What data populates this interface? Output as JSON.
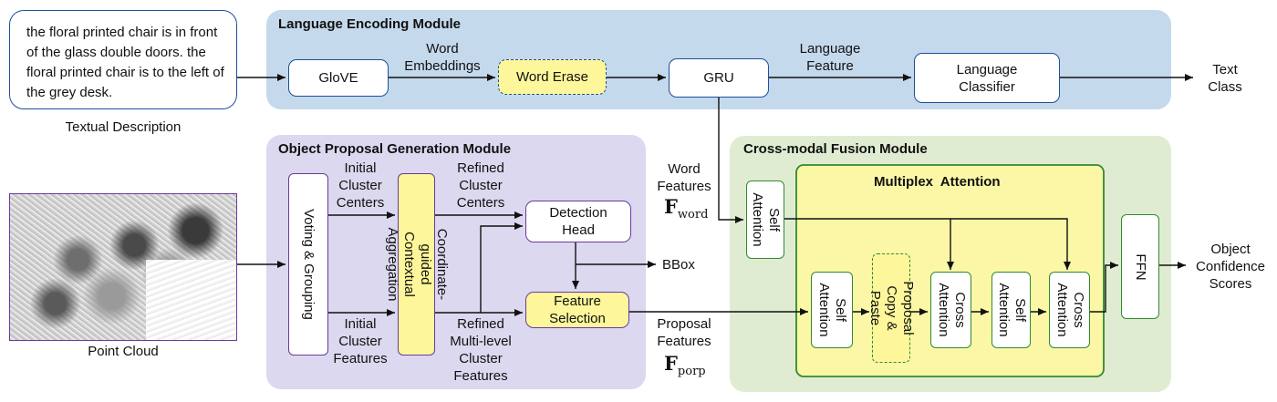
{
  "text_input": {
    "description": "the floral printed chair is in front of the glass double doors. the floral printed chair is to the left of the grey desk.",
    "caption": "Textual Description"
  },
  "point_cloud": {
    "caption": "Point Cloud"
  },
  "language_module": {
    "title": "Language Encoding Module",
    "glove": "GloVE",
    "word_embeddings": "Word\nEmbeddings",
    "word_erase": "Word Erase",
    "gru": "GRU",
    "language_feature": "Language\nFeature",
    "language_classifier": "Language\nClassifier",
    "text_class": "Text\nClass"
  },
  "proposal_module": {
    "title": "Object Proposal Generation Module",
    "voting": "Voting & Grouping",
    "initial_centers": "Initial\nCluster\nCenters",
    "initial_features": "Initial\nCluster\nFeatures",
    "aggregation": "Coordinate-guided\nContextual Aggregation",
    "refined_centers": "Refined\nCluster\nCenters",
    "refined_features": "Refined\nMulti-level\nCluster\nFeatures",
    "detection_head": "Detection\nHead",
    "bbox": "BBox",
    "feature_selection": "Feature\nSelection"
  },
  "word_features": {
    "label": "Word\nFeatures",
    "symbol": "F",
    "subscript": "word"
  },
  "proposal_features": {
    "label": "Proposal\nFeatures",
    "symbol": "F",
    "subscript": "porp"
  },
  "fusion_module": {
    "title": "Cross-modal Fusion Module",
    "multiplex_title": "Multiplex  Attention",
    "self_attention_top": "Self\nAttention",
    "self_attention_1": "Self\nAttention",
    "copy_paste": "Proposal\nCopy & Paste",
    "cross_attention_1": "Cross\nAttention",
    "self_attention_2": "Self\nAttention",
    "cross_attention_2": "Cross\nAttention",
    "ffn": "FFN",
    "output": "Object\nConfidence\nScores"
  },
  "colors": {
    "language_panel": "#c5d9ec",
    "proposal_panel": "#dcd8ef",
    "fusion_panel": "#e0ecd2",
    "multiplex_fill": "#fbf7a6",
    "highlight": "#fdf69a",
    "blue_border": "#1f4e9a",
    "purple_border": "#6a3aa0",
    "green_border": "#2f8a2f"
  }
}
